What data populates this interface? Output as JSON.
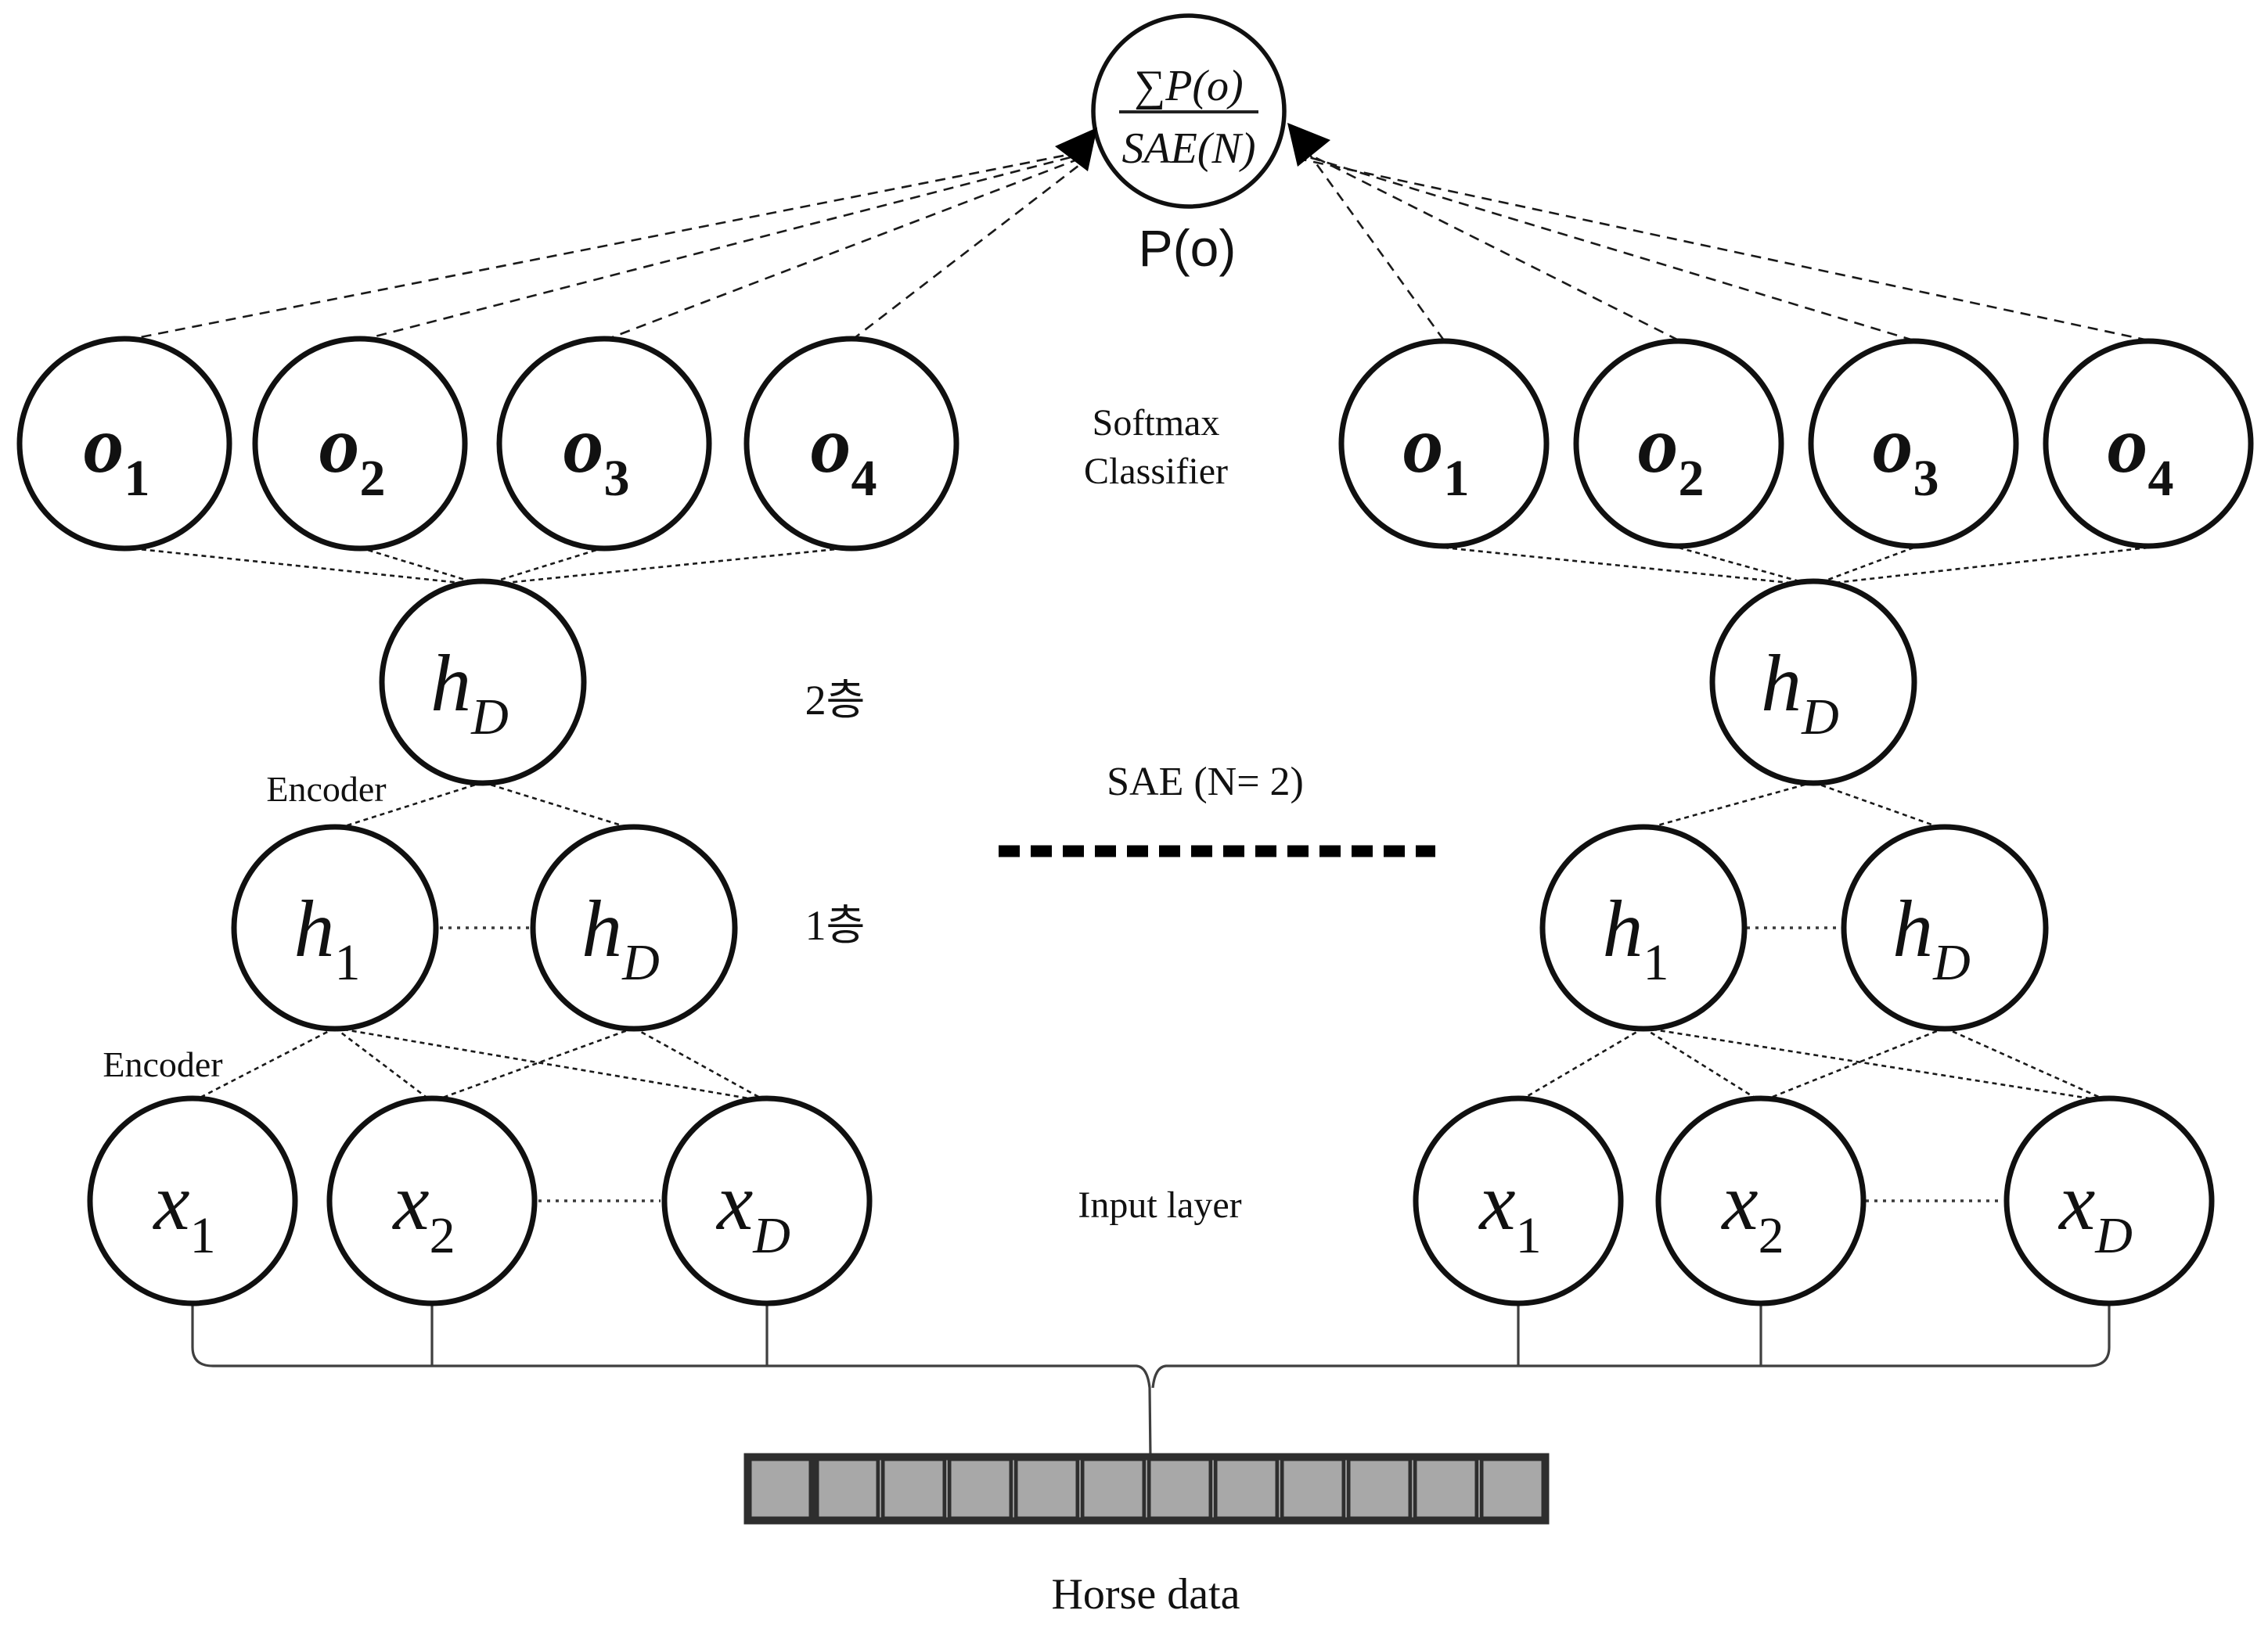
{
  "aggregator": {
    "numerator": "∑P(o)",
    "denominator": "SAE(N)",
    "label": "P(o)"
  },
  "annotations": {
    "softmax_line1": "Softmax",
    "softmax_line2": "Classifier",
    "layer2_label": "2층",
    "layer1_label": "1층",
    "sae_label": "SAE (N= 2)",
    "encoder_upper_label": "Encoder",
    "encoder_lower_label": "Encoder",
    "input_layer_label": "Input layer",
    "horse_data_label": "Horse data"
  },
  "left_network": {
    "outputs": [
      {
        "main": "o",
        "sub": "1"
      },
      {
        "main": "o",
        "sub": "2"
      },
      {
        "main": "o",
        "sub": "3"
      },
      {
        "main": "o",
        "sub": "4"
      }
    ],
    "hidden_layer2": {
      "main": "h",
      "sub": "D"
    },
    "hidden_layer1": [
      {
        "main": "h",
        "sub": "1"
      },
      {
        "main": "h",
        "sub": "D"
      }
    ],
    "inputs": [
      {
        "main": "x",
        "sub": "1"
      },
      {
        "main": "x",
        "sub": "2"
      },
      {
        "main": "x",
        "sub": "D"
      }
    ]
  },
  "right_network": {
    "outputs": [
      {
        "main": "o",
        "sub": "1"
      },
      {
        "main": "o",
        "sub": "2"
      },
      {
        "main": "o",
        "sub": "3"
      },
      {
        "main": "o",
        "sub": "4"
      }
    ],
    "hidden_layer2": {
      "main": "h",
      "sub": "D"
    },
    "hidden_layer1": [
      {
        "main": "h",
        "sub": "1"
      },
      {
        "main": "h",
        "sub": "D"
      }
    ],
    "inputs": [
      {
        "main": "x",
        "sub": "1"
      },
      {
        "main": "x",
        "sub": "2"
      },
      {
        "main": "x",
        "sub": "D"
      }
    ]
  },
  "data_bar": {
    "segments": 12,
    "thick_divider_after_cell": 1,
    "fill": "#a8a8a8",
    "border": "#2e2e2e"
  },
  "colors": {
    "ink": "#111111",
    "background": "#ffffff",
    "bar_fill": "#a8a8a8",
    "bar_border": "#2e2e2e"
  }
}
